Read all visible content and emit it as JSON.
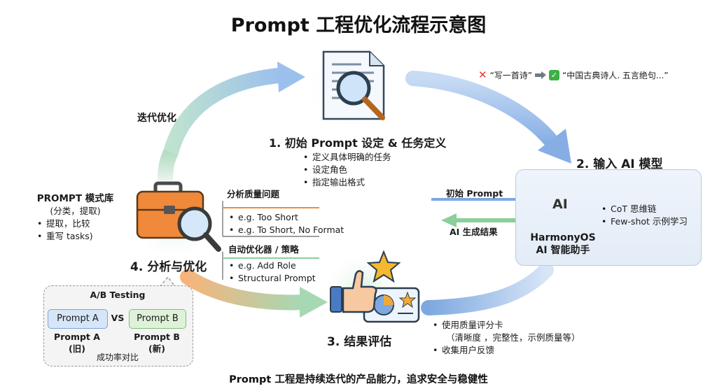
{
  "title": "Prompt 工程优化流程示意图",
  "footer": "Prompt 工程是持续迭代的产品能力，追求安全与稳健性",
  "iterate_label": "迭代优化",
  "example": {
    "bad": "“写一首诗”",
    "good": "“中国古典诗人. 五言绝句...”"
  },
  "step1": {
    "title": "1. 初始 Prompt 设定 & 任务定义",
    "bullets": [
      "定义具体明确的任务",
      "设定角色",
      "指定输出格式"
    ]
  },
  "step2": {
    "title": "2. 输入 AI 模型",
    "ai_icon_text": "AI",
    "assistant_name": "HarmonyOS",
    "assistant_sub": "AI 智能助手",
    "bullets": [
      "CoT 思维链",
      "Few-shot 示例学习"
    ],
    "input_label": "初始 Prompt",
    "output_label": "AI 生成结果"
  },
  "step3": {
    "title": "3. 结果评估",
    "bullets": [
      "使用质量评分卡",
      "收集用户反馈"
    ],
    "bullet_detail": "（清晰度  ，完整性，示例质量等）"
  },
  "step4": {
    "title": "4. 分析与优化",
    "quality_heading": "分析质量问题",
    "quality_bullets": [
      "e.g. Too Short",
      "e.g. To Short, No Format"
    ],
    "optimizer_heading": "自动优化器 / 策略",
    "optimizer_bullets": [
      "e.g. Add Role",
      "Structural Prompt"
    ]
  },
  "library": {
    "title": "PROMPT 模式库",
    "subtitle": "(分类，提取)",
    "bullets": [
      "提取，比较",
      "重写 tasks)"
    ]
  },
  "ab_test": {
    "title": "A/B Testing",
    "prompt_a": "Prompt A",
    "prompt_b": "Prompt B",
    "vs": "VS",
    "label_a": "Prompt A",
    "label_a_sub": "(旧)",
    "label_b": "Prompt B",
    "label_b_sub": "(新)",
    "caption": "成功率对比"
  },
  "colors": {
    "arrow_blue": "#8fb3e6",
    "arrow_green": "#a8d8b3",
    "arrow_orange": "#f3b27a",
    "box_border": "#b8cbe4",
    "accent_orange": "#f0893a"
  }
}
